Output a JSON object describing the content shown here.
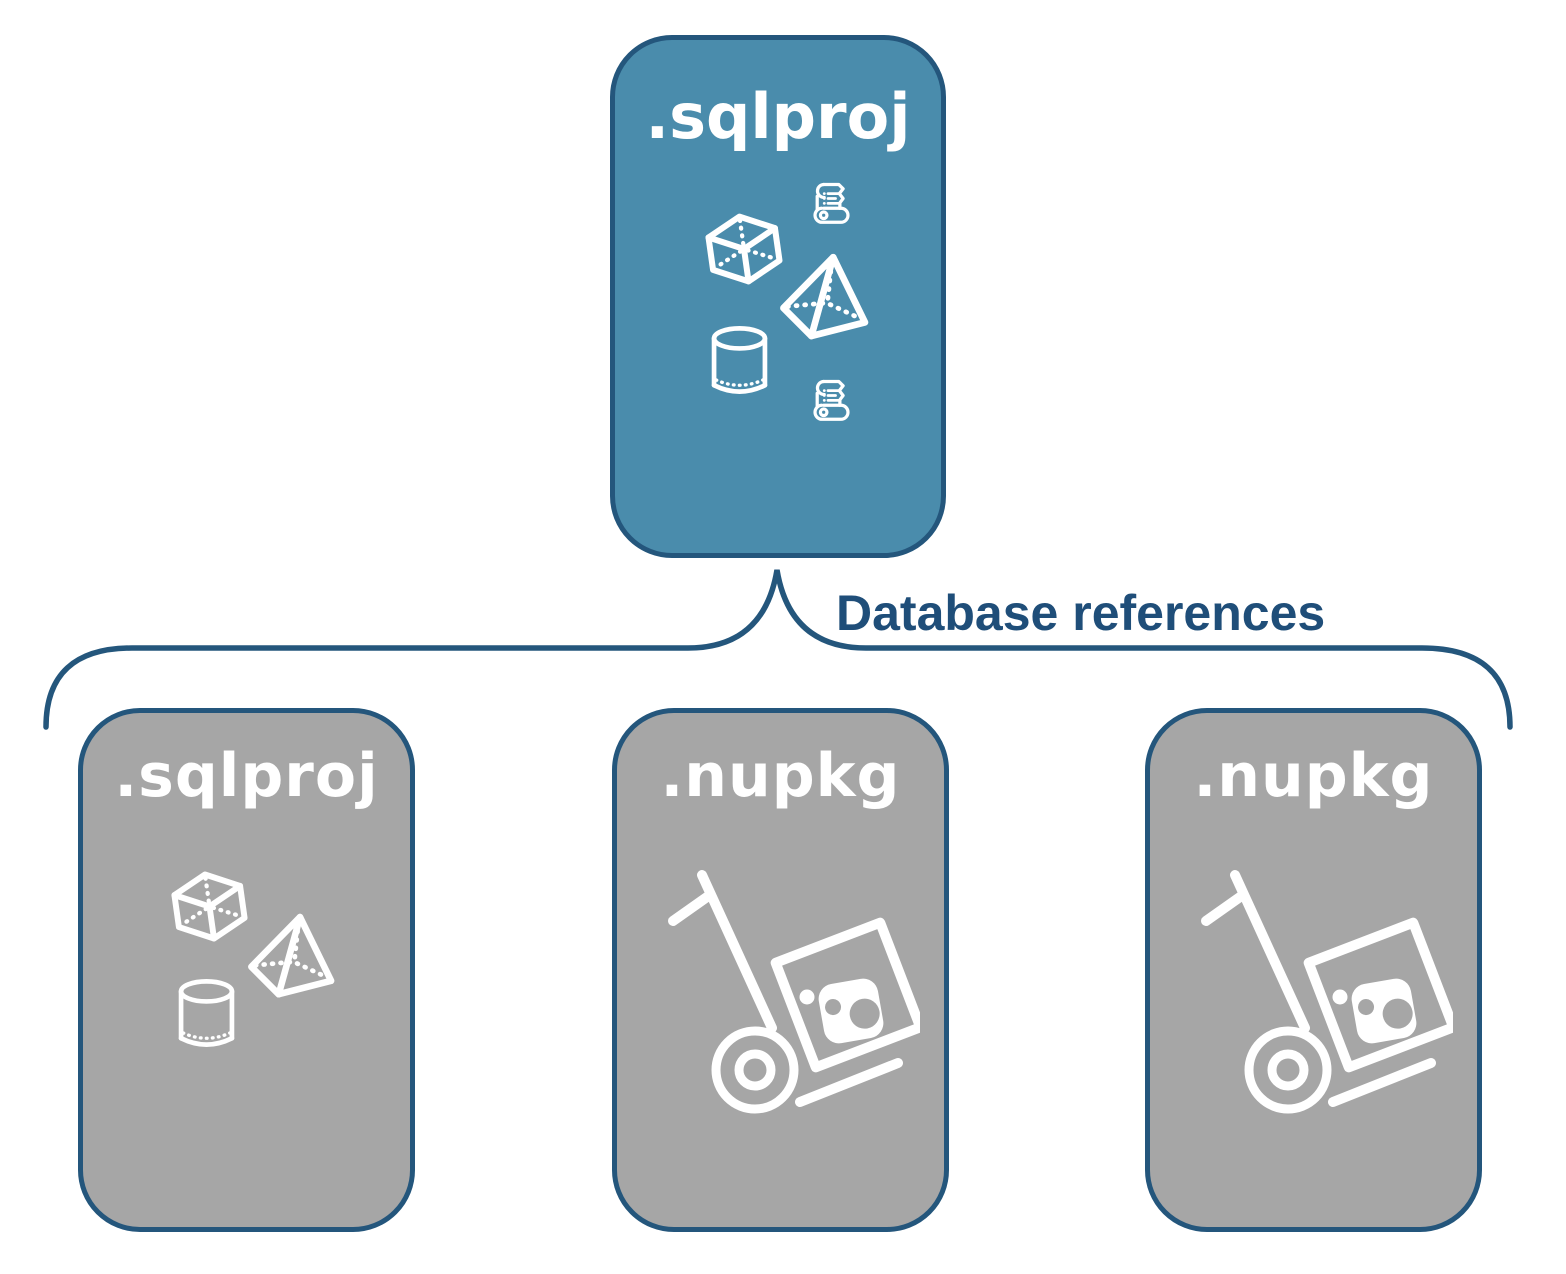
{
  "diagram": {
    "label": "Database references",
    "colors": {
      "root_fill": "#4A8CAC",
      "child_fill": "#A6A6A6",
      "line": "#24567C",
      "label_text": "#1F4E79",
      "icon": "#FFFFFF"
    },
    "root": {
      "title": ".sqlproj",
      "icons": [
        "cube-icon",
        "scroll-icon",
        "pyramid-icon",
        "cylinder-icon",
        "scroll-icon"
      ]
    },
    "children": [
      {
        "title": ".sqlproj",
        "icons": [
          "cube-icon",
          "pyramid-icon",
          "cylinder-icon"
        ]
      },
      {
        "title": ".nupkg",
        "icons": [
          "nuget-package-dolly-icon"
        ]
      },
      {
        "title": ".nupkg",
        "icons": [
          "nuget-package-dolly-icon"
        ]
      }
    ]
  }
}
